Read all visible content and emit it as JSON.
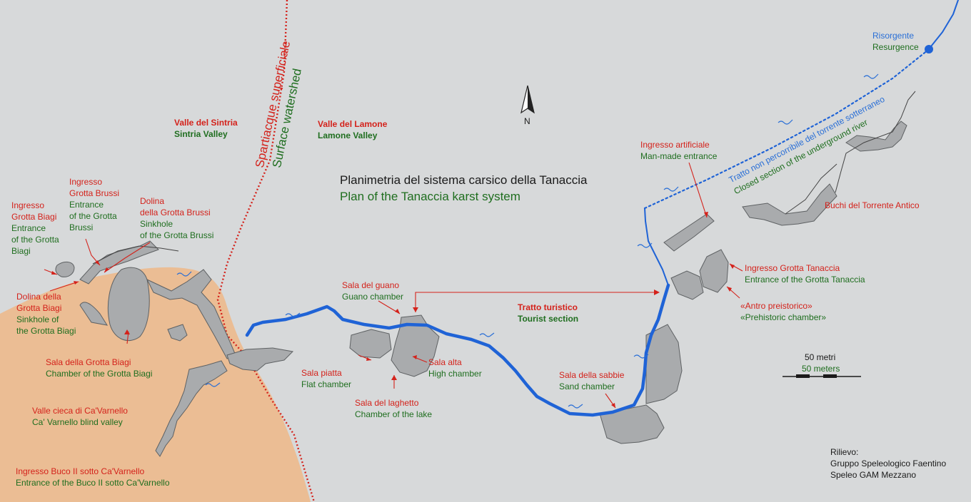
{
  "title": {
    "it": "Planimetria del sistema carsico della Tanaccia",
    "en": "Plan of the Tanaccia karst system"
  },
  "watershed": {
    "it": "Spartiacque superficiale",
    "en": "Surface watershed"
  },
  "north_label": "N",
  "labels": {
    "sintria": {
      "it": "Valle del Sintria",
      "en": "Sintria Valley"
    },
    "lamone": {
      "it": "Valle del Lamone",
      "en": "Lamone Valley"
    },
    "ingresso_biagi": {
      "it": [
        "Ingresso",
        "Grotta Biagi"
      ],
      "en": [
        "Entrance",
        "of the Grotta",
        "Biagi"
      ]
    },
    "ingresso_brussi": {
      "it": [
        "Ingresso",
        "Grotta Brussi"
      ],
      "en": [
        "Entrance",
        "of the Grotta",
        "Brussi"
      ]
    },
    "dolina_brussi": {
      "it": [
        "Dolina",
        "della Grotta Brussi"
      ],
      "en": [
        "Sinkhole",
        "of the Grotta Brussi"
      ]
    },
    "dolina_biagi": {
      "it": [
        "Dolina della",
        "Grotta Biagi"
      ],
      "en": [
        "Sinkhole of",
        "the Grotta Biagi"
      ]
    },
    "sala_biagi": {
      "it": "Sala della Grotta Biagi",
      "en": "Chamber of the Grotta Biagi"
    },
    "valle_cieca": {
      "it": "Valle cieca di Ca'Varnello",
      "en": "Ca' Varnello blind valley"
    },
    "buco_ii": {
      "it": "Ingresso Buco II sotto Ca'Varnello",
      "en": "Entrance of the Buco II sotto Ca'Varnello"
    },
    "sala_guano": {
      "it": "Sala del guano",
      "en": "Guano chamber"
    },
    "sala_piatta": {
      "it": "Sala piatta",
      "en": "Flat chamber"
    },
    "sala_alta": {
      "it": "Sala alta",
      "en": "High chamber"
    },
    "sala_laghetto": {
      "it": "Sala del laghetto",
      "en": "Chamber of the lake"
    },
    "tratto_turistico": {
      "it": "Tratto turistico",
      "en": "Tourist section"
    },
    "sala_sabbie": {
      "it": "Sala della sabbie",
      "en": "Sand chamber"
    },
    "ingresso_artificiale": {
      "it": "Ingresso artificiale",
      "en": "Man-made entrance"
    },
    "ingresso_tanaccia": {
      "it": "Ingresso Grotta Tanaccia",
      "en": "Entrance of the Grotta Tanaccia"
    },
    "antro": {
      "it": "«Antro preistorico»",
      "en": "«Prehistoric chamber»"
    },
    "buchi_torrente": {
      "it": "Buchi del Torrente Antico"
    },
    "risorgente": {
      "it": "Risorgente",
      "en": "Resurgence"
    },
    "tratto_non": {
      "it": "Tratto non percorribile del torrente sotterraneo",
      "en": "Closed section of the underground river"
    }
  },
  "scale": {
    "it": "50 metri",
    "en": "50 meters"
  },
  "credits": {
    "heading": "Rilievo:",
    "lines": [
      "Gruppo Speleologico Faentino",
      "Speleo GAM Mezzano"
    ]
  },
  "colors": {
    "background": "#d7d9da",
    "blind_valley": "#ebbd94",
    "cave": "#a9abad",
    "river": "#1f63d6",
    "watershed": "#d4221b",
    "italian_text": "#d4221b",
    "english_text": "#1f6e1f",
    "hydro_text": "#2a6fd6"
  },
  "icons": [
    "north-arrow-icon",
    "resurgence-point-icon",
    "flow-arrow-icon"
  ]
}
